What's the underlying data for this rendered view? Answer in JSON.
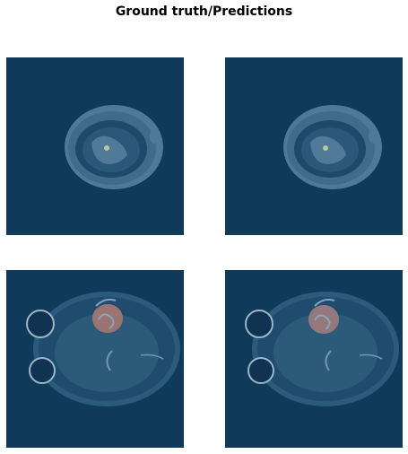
{
  "figure": {
    "title": "Ground truth/Predictions"
  },
  "panels": [
    {
      "row": 1,
      "col": 1,
      "slice": "axial-superior",
      "mask_present": false
    },
    {
      "row": 1,
      "col": 2,
      "slice": "axial-superior",
      "mask_present": false
    },
    {
      "row": 2,
      "col": 1,
      "slice": "axial-orbital",
      "mask_present": true
    },
    {
      "row": 2,
      "col": 2,
      "slice": "axial-orbital",
      "mask_present": true
    }
  ],
  "colors": {
    "background": "#ffffff",
    "mri_overlay": "#0f3a5a",
    "tumor_mask": "#c0553a"
  }
}
